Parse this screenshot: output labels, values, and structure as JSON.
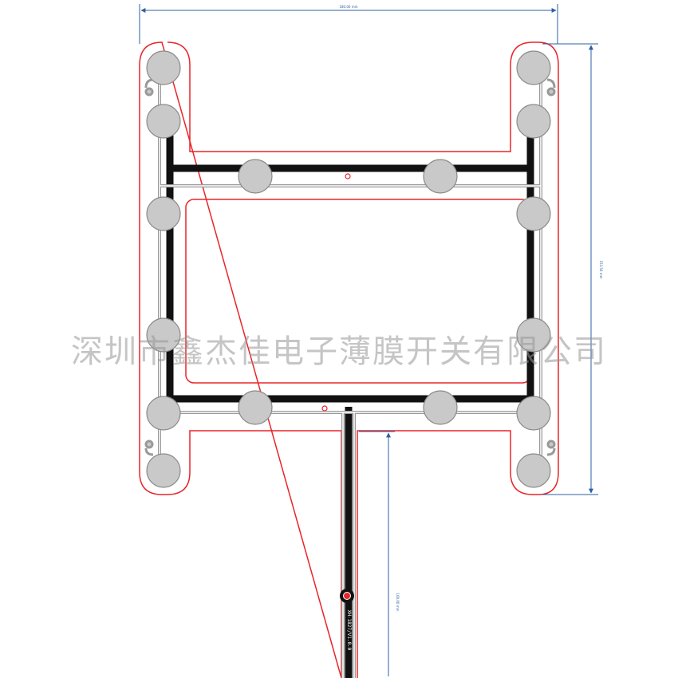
{
  "dimensions": {
    "width_label": "180.00 mm",
    "height_label": "153.50 mm",
    "tail_label": "100.00 mm"
  },
  "part_number": "XH-1827/V1.0.0",
  "watermark": "深圳市鑫杰佳电子薄膜开关有限公司",
  "colors": {
    "outline": "#e8252a",
    "trace_dark": "#111111",
    "trace_light": "#9a9a9a",
    "pad_fill": "#c9c9c9",
    "pad_stroke": "#8a8a8a",
    "dimension": "#2b5fa0"
  }
}
